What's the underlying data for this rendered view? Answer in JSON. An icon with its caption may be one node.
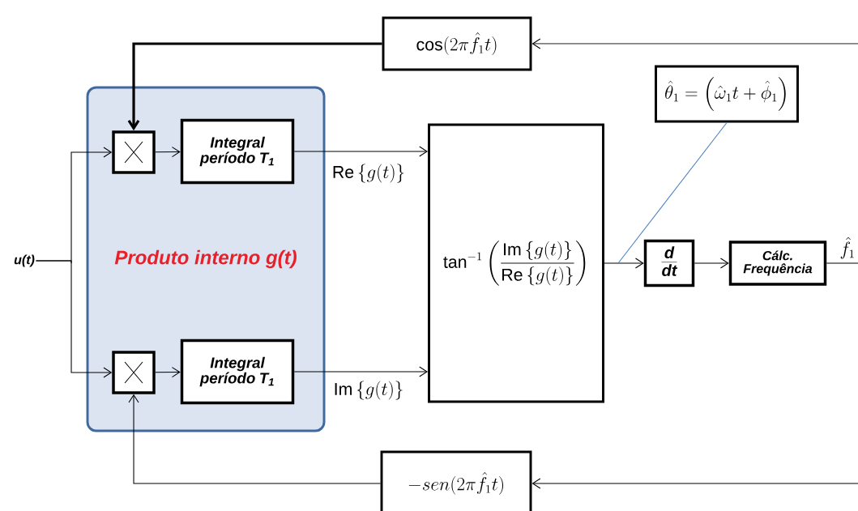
{
  "diagram": {
    "nodes": [
      {
        "text": [
          "\\cos(2\\pi\\hat{f}_1 t)"
        ]
      },
      {
        "text": [
          "Produto interno g(t)"
        ]
      },
      {
        "text": [],
        "shape": "box",
        "in": 1
      },
      {
        "text": [
          "Integral período T$_{1}$"
        ],
        "in": 1
      },
      {
        "text": [],
        "shape": "box",
        "in": 1
      },
      {
        "text": [
          "Integral período T$_{1}$"
        ],
        "in": 1
      },
      {
        "text": [
          "u(t)"
        ]
      },
      {
        "text": [
          "\\tan^{-1}\\left(\\frac{\\mathrm{Im}\\left\\{g(t)\\right\\}}{\\mathrm{Re}\\left\\{g(t)\\right\\}}\\right)"
        ]
      },
      {
        "text": [
          "\\hat{\\theta}_1=\\left(\\hat{\\omega}_1 t+\\hat{\\phi}_1\\right)"
        ]
      },
      {
        "text": [
          "d",
          "dt"
        ]
      },
      {
        "text": [
          "Cálc. Frequência"
        ]
      },
      {
        "text": [
          "-sen(2\\pi\\hat{f}_1 t)"
        ]
      }
    ],
    "edges": [
      {
        "from": 0,
        "to": 2,
        "arrow": "to",
        "style": "thick"
      },
      {
        "from": 6,
        "to": 2,
        "arrow": "to"
      },
      {
        "from": 6,
        "to": 4,
        "arrow": "to"
      },
      {
        "from": 2,
        "to": 3,
        "arrow": "to"
      },
      {
        "from": 4,
        "to": 5,
        "arrow": "to"
      },
      {
        "from": 3,
        "to": 7,
        "arrow": "to",
        "label": "\\mathrm{Re}\\left\\{g(t)\\right\\}"
      },
      {
        "from": 5,
        "to": 7,
        "arrow": "to",
        "label": "\\mathrm{Im}\\left\\{g(t)\\right\\}"
      },
      {
        "from": 7,
        "to": 9,
        "arrow": "to"
      },
      {
        "from": 9,
        "to": 10,
        "arrow": "to"
      },
      {
        "from": 10,
        "to": null,
        "arrow": "none",
        "label": "\\hat{f}_1"
      },
      {
        "from": null,
        "to": 0,
        "arrow": "to"
      },
      {
        "from": null,
        "to": 11,
        "arrow": "to"
      },
      {
        "from": 11,
        "to": 4,
        "arrow": "to"
      },
      {
        "from": 8,
        "to": null,
        "arrow": "none",
        "color": "#4a7ebf"
      }
    ]
  }
}
